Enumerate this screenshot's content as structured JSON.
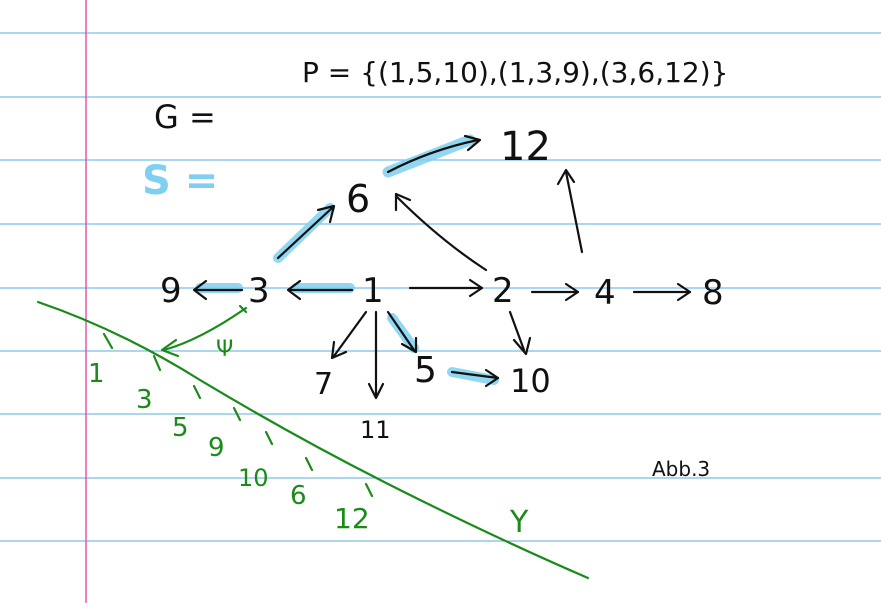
{
  "colors": {
    "paper": "#ffffff",
    "rule_lines": "#5aaee0",
    "margin_line": "#e0409a",
    "ink": "#111111",
    "highlight": "#7fd0f0",
    "green_ink": "#1a8a1a"
  },
  "formula": "P = {(1,5,10),(1,3,9),(3,6,12)}",
  "g_label": "G =",
  "s_label": "S =",
  "figure_label": "Abb.3",
  "graph": {
    "nodes": [
      {
        "id": "n1",
        "label": "1"
      },
      {
        "id": "n2",
        "label": "2"
      },
      {
        "id": "n3",
        "label": "3"
      },
      {
        "id": "n4",
        "label": "4"
      },
      {
        "id": "n5",
        "label": "5"
      },
      {
        "id": "n6",
        "label": "6"
      },
      {
        "id": "n7",
        "label": "7"
      },
      {
        "id": "n8",
        "label": "8"
      },
      {
        "id": "n9",
        "label": "9"
      },
      {
        "id": "n10",
        "label": "10"
      },
      {
        "id": "n11",
        "label": "11"
      },
      {
        "id": "n12",
        "label": "12"
      }
    ],
    "edges": [
      {
        "from": "1",
        "to": "2"
      },
      {
        "from": "1",
        "to": "3"
      },
      {
        "from": "1",
        "to": "5"
      },
      {
        "from": "1",
        "to": "7"
      },
      {
        "from": "1",
        "to": "11"
      },
      {
        "from": "2",
        "to": "4"
      },
      {
        "from": "2",
        "to": "6"
      },
      {
        "from": "2",
        "to": "10"
      },
      {
        "from": "3",
        "to": "9"
      },
      {
        "from": "3",
        "to": "6"
      },
      {
        "from": "4",
        "to": "8"
      },
      {
        "from": "4",
        "to": "12"
      },
      {
        "from": "5",
        "to": "10"
      },
      {
        "from": "6",
        "to": "12"
      }
    ],
    "highlighted_nodes": [
      "1",
      "3",
      "5",
      "6",
      "9",
      "10",
      "12"
    ]
  },
  "line": {
    "psi_label": "Ψ",
    "y_label": "Y",
    "ticks": [
      "1",
      "3",
      "5",
      "9",
      "10",
      "6",
      "12"
    ]
  }
}
